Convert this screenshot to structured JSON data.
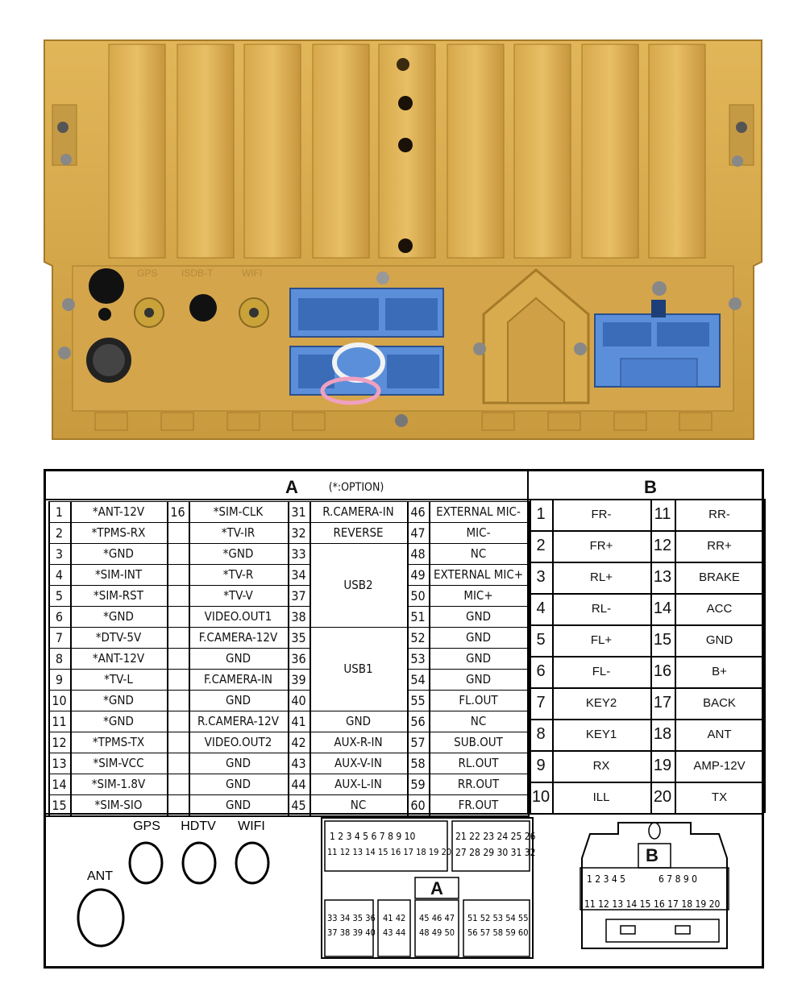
{
  "photo": {
    "panel_labels": [
      "GPS",
      "ISDB-T",
      "WIFI"
    ],
    "colors": {
      "housing": "#d9a845",
      "housing_dark": "#b98a2e",
      "connector_blue": "#5b8fd9",
      "background": "#ffffff"
    }
  },
  "section_a": {
    "title": "A",
    "note": "(*:OPTION)",
    "col1": [
      {
        "num": "1",
        "sig": "*ANT-12V"
      },
      {
        "num": "2",
        "sig": "*TPMS-RX"
      },
      {
        "num": "3",
        "sig": "*GND"
      },
      {
        "num": "4",
        "sig": "*SIM-INT"
      },
      {
        "num": "5",
        "sig": "*SIM-RST"
      },
      {
        "num": "6",
        "sig": "*GND"
      },
      {
        "num": "7",
        "sig": "*DTV-5V"
      },
      {
        "num": "8",
        "sig": "*ANT-12V"
      },
      {
        "num": "9",
        "sig": "*TV-L"
      },
      {
        "num": "10",
        "sig": "*GND"
      },
      {
        "num": "11",
        "sig": "*GND"
      },
      {
        "num": "12",
        "sig": "*TPMS-TX"
      },
      {
        "num": "13",
        "sig": "*SIM-VCC"
      },
      {
        "num": "14",
        "sig": "*SIM-1.8V"
      },
      {
        "num": "15",
        "sig": "*SIM-SIO"
      }
    ],
    "col2": [
      {
        "num": "16",
        "sig": "*SIM-CLK"
      },
      {
        "num": "",
        "sig": "*TV-IR"
      },
      {
        "num": "",
        "sig": "*GND"
      },
      {
        "num": "",
        "sig": "*TV-R"
      },
      {
        "num": "",
        "sig": "*TV-V"
      },
      {
        "num": "",
        "sig": "VIDEO.OUT1"
      },
      {
        "num": "",
        "sig": "F.CAMERA-12V"
      },
      {
        "num": "",
        "sig": "GND"
      },
      {
        "num": "",
        "sig": "F.CAMERA-IN"
      },
      {
        "num": "",
        "sig": "GND"
      },
      {
        "num": "",
        "sig": "R.CAMERA-12V"
      },
      {
        "num": "",
        "sig": "VIDEO.OUT2"
      },
      {
        "num": "",
        "sig": "GND"
      },
      {
        "num": "",
        "sig": "GND"
      },
      {
        "num": "",
        "sig": "GND"
      }
    ],
    "col3_nums": [
      "31",
      "32",
      "33",
      "34",
      "37",
      "38",
      "35",
      "36",
      "39",
      "40",
      "41",
      "42",
      "43",
      "44",
      "45"
    ],
    "col3": [
      {
        "row": 0,
        "span": 1,
        "sig": "R.CAMERA-IN"
      },
      {
        "row": 1,
        "span": 1,
        "sig": "REVERSE"
      },
      {
        "row": 2,
        "span": 4,
        "sig": "USB2"
      },
      {
        "row": 6,
        "span": 4,
        "sig": "USB1"
      },
      {
        "row": 10,
        "span": 1,
        "sig": "GND"
      },
      {
        "row": 11,
        "span": 1,
        "sig": "AUX-R-IN"
      },
      {
        "row": 12,
        "span": 1,
        "sig": "AUX-V-IN"
      },
      {
        "row": 13,
        "span": 1,
        "sig": "AUX-L-IN"
      },
      {
        "row": 14,
        "span": 1,
        "sig": "NC"
      }
    ],
    "col4": [
      {
        "num": "46",
        "sig": "EXTERNAL MIC-"
      },
      {
        "num": "47",
        "sig": "MIC-"
      },
      {
        "num": "48",
        "sig": "NC"
      },
      {
        "num": "49",
        "sig": "EXTERNAL MIC+"
      },
      {
        "num": "50",
        "sig": "MIC+"
      },
      {
        "num": "51",
        "sig": "GND"
      },
      {
        "num": "52",
        "sig": "GND"
      },
      {
        "num": "53",
        "sig": "GND"
      },
      {
        "num": "54",
        "sig": "GND"
      },
      {
        "num": "55",
        "sig": "FL.OUT"
      },
      {
        "num": "56",
        "sig": "NC"
      },
      {
        "num": "57",
        "sig": "SUB.OUT"
      },
      {
        "num": "58",
        "sig": "RL.OUT"
      },
      {
        "num": "59",
        "sig": "RR.OUT"
      },
      {
        "num": "60",
        "sig": "FR.OUT"
      }
    ]
  },
  "section_b": {
    "title": "B",
    "left": [
      {
        "num": "1",
        "sig": "FR-"
      },
      {
        "num": "2",
        "sig": "FR+"
      },
      {
        "num": "3",
        "sig": "RL+"
      },
      {
        "num": "4",
        "sig": "RL-"
      },
      {
        "num": "5",
        "sig": "FL+"
      },
      {
        "num": "6",
        "sig": "FL-"
      },
      {
        "num": "7",
        "sig": "KEY2"
      },
      {
        "num": "8",
        "sig": "KEY1"
      },
      {
        "num": "9",
        "sig": "RX"
      },
      {
        "num": "10",
        "sig": "ILL"
      }
    ],
    "right": [
      {
        "num": "11",
        "sig": "RR-"
      },
      {
        "num": "12",
        "sig": "RR+"
      },
      {
        "num": "13",
        "sig": "BRAKE"
      },
      {
        "num": "14",
        "sig": "ACC"
      },
      {
        "num": "15",
        "sig": "GND"
      },
      {
        "num": "16",
        "sig": "B+"
      },
      {
        "num": "17",
        "sig": "BACK"
      },
      {
        "num": "18",
        "sig": "ANT"
      },
      {
        "num": "19",
        "sig": "AMP-12V"
      },
      {
        "num": "20",
        "sig": "TX"
      }
    ]
  },
  "antennas": {
    "gps": "GPS",
    "hdtv": "HDTV",
    "wifi": "WIFI",
    "ant": "ANT"
  },
  "connector_a": {
    "label": "A",
    "top_left_row1": "1 2 3 4 5 6 7 8 9 10",
    "top_left_row2": "11 12 13 14 15 16 17 18 19 20",
    "top_right_row1": "21 22 23 24 25 26",
    "top_right_row2": "27 28 29 30 31 32",
    "b1_row1": "33 34 35 36",
    "b1_row2": "37 38 39 40",
    "b2_row1": "41 42",
    "b2_row2": "43 44",
    "b3_row1": "45 46 47",
    "b3_row2": "48 49 50",
    "b4_row1": "51 52 53 54 55",
    "b4_row2": "56 57 58 59 60"
  },
  "connector_b": {
    "label": "B",
    "row1_left": "1 2 3 4 5",
    "row1_right": "6 7 8 9 0",
    "row2_left": "11 12 13 14 15",
    "row2_right": "16 17 18 19 20"
  }
}
